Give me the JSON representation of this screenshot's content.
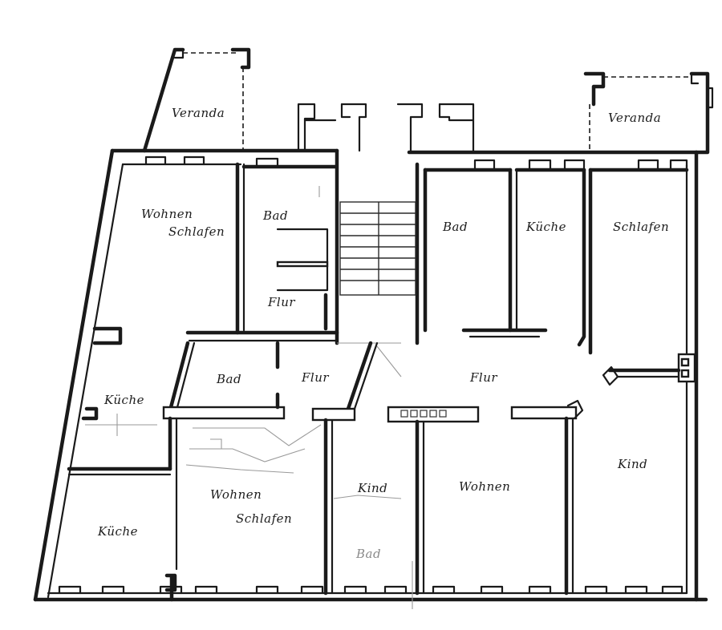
{
  "plan": {
    "rooms": [
      {
        "id": "veranda-left",
        "label": "Veranda"
      },
      {
        "id": "veranda-right",
        "label": "Veranda"
      },
      {
        "id": "wohnen-left-1",
        "label": "Wohnen"
      },
      {
        "id": "schlafen-left-1",
        "label": "Schlafen"
      },
      {
        "id": "bad-left-top",
        "label": "Bad"
      },
      {
        "id": "flur-left-top",
        "label": "Flur"
      },
      {
        "id": "bad-right-top",
        "label": "Bad"
      },
      {
        "id": "kueche-right-top",
        "label": "Küche"
      },
      {
        "id": "schlafen-right",
        "label": "Schlafen"
      },
      {
        "id": "bad-middle",
        "label": "Bad"
      },
      {
        "id": "flur-middle",
        "label": "Flur"
      },
      {
        "id": "flur-right",
        "label": "Flur"
      },
      {
        "id": "kueche-left-middle",
        "label": "Küche"
      },
      {
        "id": "kueche-left-bottom",
        "label": "Küche"
      },
      {
        "id": "wohnen-left-2",
        "label": "Wohnen"
      },
      {
        "id": "schlafen-left-2",
        "label": "Schlafen"
      },
      {
        "id": "kind-middle",
        "label": "Kind"
      },
      {
        "id": "bad-bottom",
        "label": "Bad"
      },
      {
        "id": "wohnen-right",
        "label": "Wohnen"
      },
      {
        "id": "kind-right",
        "label": "Kind"
      }
    ]
  }
}
